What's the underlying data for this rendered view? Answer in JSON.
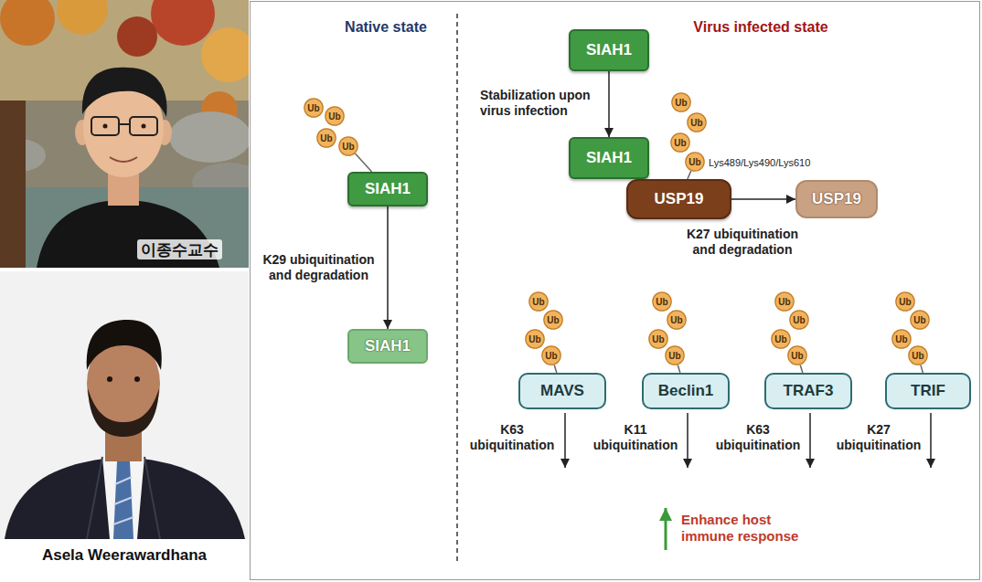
{
  "diagram": {
    "nodes": [
      {
        "text": [
          "SIAH1"
        ]
      },
      {
        "text": [
          "Ub"
        ]
      },
      {
        "text": [
          "Ub"
        ]
      },
      {
        "text": [
          "Ub"
        ]
      },
      {
        "text": [
          "Ub"
        ]
      },
      {
        "text": [
          "Ub"
        ]
      },
      {
        "text": [
          "Ub"
        ]
      },
      {
        "text": [
          "Ub"
        ]
      },
      {
        "text": [
          "Ub"
        ]
      },
      {
        "text": [
          "SIAH1"
        ]
      },
      {
        "text": [
          "SIAH1"
        ]
      },
      {
        "text": [
          "USP19"
        ]
      },
      {
        "text": [
          "USP19"
        ]
      },
      {
        "text": [
          "SIAH1"
        ]
      },
      {
        "text": [
          "Ub"
        ]
      },
      {
        "text": [
          "Ub"
        ]
      },
      {
        "text": [
          "Ub"
        ]
      },
      {
        "text": [
          "Ub"
        ]
      },
      {
        "text": [
          "Ub"
        ]
      },
      {
        "text": [
          "Ub"
        ]
      },
      {
        "text": [
          "Ub"
        ]
      },
      {
        "text": [
          "Ub"
        ]
      },
      {
        "text": [
          "Ub"
        ]
      },
      {
        "text": [
          "Ub"
        ]
      },
      {
        "text": [
          "Ub"
        ]
      },
      {
        "text": [
          "Ub"
        ]
      },
      {
        "text": [
          "Ub"
        ]
      },
      {
        "text": [
          "Ub"
        ]
      },
      {
        "text": [
          "Ub"
        ]
      },
      {
        "text": [
          "Ub"
        ]
      },
      {
        "text": [
          "MAVS"
        ]
      },
      {
        "text": [
          "Beclin1"
        ]
      },
      {
        "text": [
          "TRAF3"
        ]
      },
      {
        "text": [
          "TRIF"
        ]
      }
    ],
    "edges": [
      {
        "from": 9,
        "to": 13,
        "arrow": "to",
        "label": "K29 ubiquitination and degradation"
      },
      {
        "from": 0,
        "to": 10,
        "arrow": "to",
        "label": "Stabilization upon virus infection"
      },
      {
        "from": 11,
        "to": 12,
        "arrow": "to",
        "label": "K27 ubiquitination and degradation"
      },
      {
        "from": 4,
        "to": 9,
        "arrow": "none"
      },
      {
        "from": 8,
        "to": 11,
        "arrow": "none"
      },
      {
        "from": 17,
        "to": 30,
        "arrow": "none"
      },
      {
        "from": 21,
        "to": 31,
        "arrow": "none"
      },
      {
        "from": 25,
        "to": 32,
        "arrow": "none"
      },
      {
        "from": 29,
        "to": 33,
        "arrow": "none"
      }
    ],
    "labels": [
      "이종수교수",
      "Asela Weerawardhana",
      "Native state",
      "Virus infected state",
      "Lys489/Lys490/Lys610",
      "K63 ubiquitination",
      "K11 ubiquitination",
      "K63 ubiquitination",
      "K27 ubiquitination",
      "Enhance host immune response"
    ]
  }
}
